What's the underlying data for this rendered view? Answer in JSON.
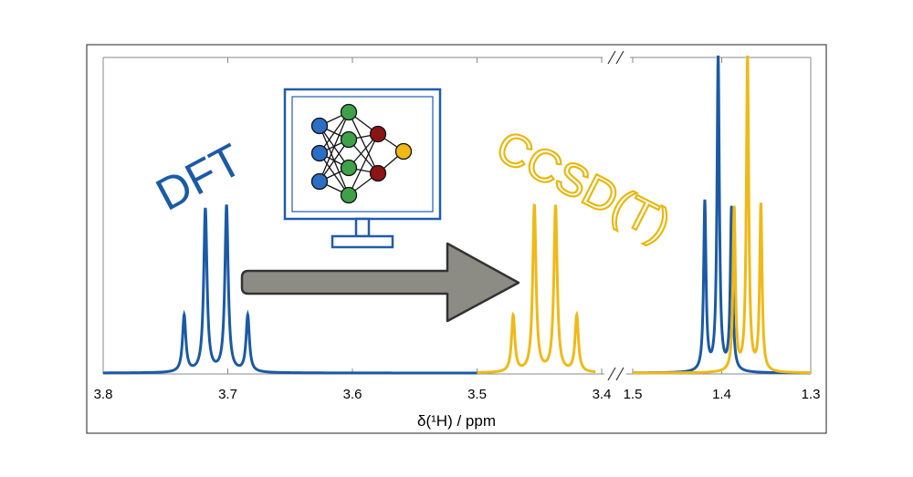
{
  "colors": {
    "dft": "#1a5aa6",
    "ccsd": "#f0b918",
    "arrow": "#8c8c84",
    "node_blue": "#2b6ec4",
    "node_green": "#3fa04a",
    "node_red": "#8b1414",
    "node_yellow": "#f0b918",
    "monitor": "#1f5cb0"
  },
  "labels": {
    "dft": "DFT",
    "ccsd": "CCSD(T)",
    "xlabel": "δ(¹H) / ppm"
  },
  "icons": [
    "neural-network-monitor-icon",
    "right-arrow-icon",
    "axis-break-icon"
  ],
  "chart_data": {
    "type": "line",
    "xlabel": "δ(¹H) / ppm",
    "axis_break": [
      3.4,
      1.5
    ],
    "segments": [
      {
        "xlim": [
          3.8,
          3.4
        ],
        "ticks": [
          "3.8",
          "3.7",
          "3.6",
          "3.5",
          "3.4"
        ]
      },
      {
        "xlim": [
          1.5,
          1.3
        ],
        "ticks": [
          "1.5",
          "1.4",
          "1.3"
        ]
      }
    ],
    "series": [
      {
        "name": "DFT",
        "segment_range": [
          3.8,
          3.5
        ],
        "peaks": [
          {
            "x": 3.735,
            "height": 0.18
          },
          {
            "x": 3.718,
            "height": 0.52
          },
          {
            "x": 3.701,
            "height": 0.53
          },
          {
            "x": 3.684,
            "height": 0.18
          },
          {
            "x": 1.419,
            "height": 0.54
          },
          {
            "x": 1.404,
            "height": 1.0
          },
          {
            "x": 1.389,
            "height": 0.52
          }
        ]
      },
      {
        "name": "CCSD(T)",
        "segment_range": [
          3.5,
          3.4
        ],
        "peaks": [
          {
            "x": 3.471,
            "height": 0.18
          },
          {
            "x": 3.454,
            "height": 0.53
          },
          {
            "x": 3.437,
            "height": 0.53
          },
          {
            "x": 3.42,
            "height": 0.18
          },
          {
            "x": 1.386,
            "height": 0.52
          },
          {
            "x": 1.371,
            "height": 1.0
          },
          {
            "x": 1.356,
            "height": 0.53
          }
        ]
      }
    ]
  }
}
